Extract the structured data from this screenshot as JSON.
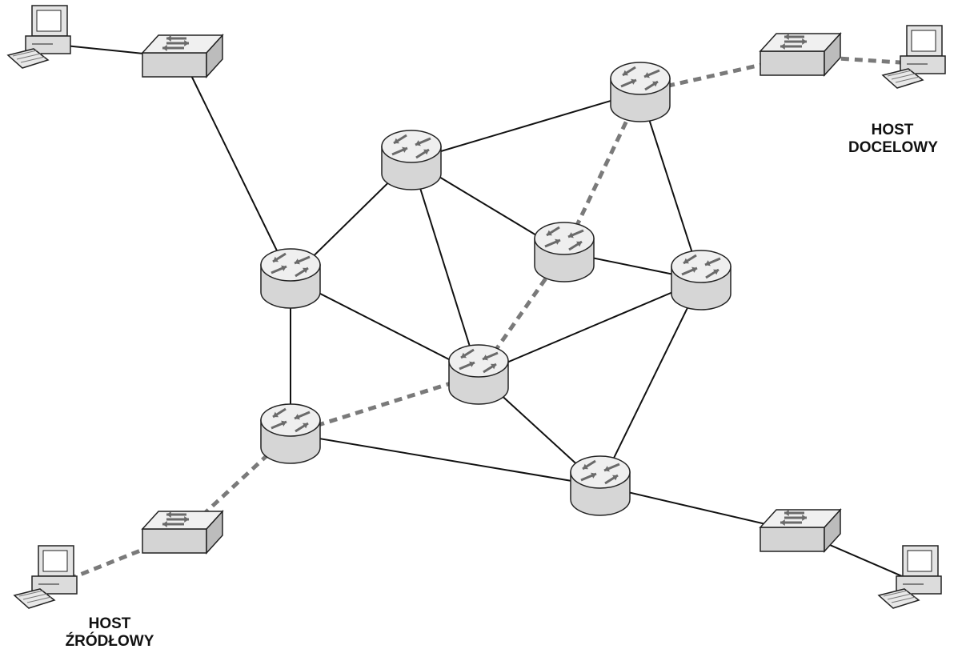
{
  "diagram": {
    "colors": {
      "link": "#111111",
      "path": "#7a7a7a",
      "device_body": "#e0e0e0",
      "device_edge": "#222222",
      "arrow": "#6a6a6a"
    },
    "labels": {
      "destination": [
        "HOST",
        "DOCELOWY"
      ],
      "source": [
        "HOST",
        "ŹRÓDŁOWY"
      ]
    },
    "nodes": [
      {
        "id": "pc-top-left",
        "kind": "computer"
      },
      {
        "id": "switch-top-left",
        "kind": "switch"
      },
      {
        "id": "switch-top-right",
        "kind": "switch"
      },
      {
        "id": "pc-top-right",
        "kind": "computer"
      },
      {
        "id": "router-top-right",
        "kind": "router"
      },
      {
        "id": "router-top-center",
        "kind": "router"
      },
      {
        "id": "router-center-right",
        "kind": "router"
      },
      {
        "id": "router-right",
        "kind": "router"
      },
      {
        "id": "router-left",
        "kind": "router"
      },
      {
        "id": "router-center",
        "kind": "router"
      },
      {
        "id": "router-bottom-left",
        "kind": "router"
      },
      {
        "id": "router-bottom-center",
        "kind": "router"
      },
      {
        "id": "switch-bottom-left",
        "kind": "switch"
      },
      {
        "id": "pc-bottom-left",
        "kind": "computer"
      },
      {
        "id": "switch-bottom-right",
        "kind": "switch"
      },
      {
        "id": "pc-bottom-right",
        "kind": "computer"
      }
    ],
    "links": [
      {
        "from": "pc-top-left",
        "to": "switch-top-left",
        "style": "solid"
      },
      {
        "from": "switch-top-left",
        "to": "router-left",
        "style": "solid"
      },
      {
        "from": "router-left",
        "to": "router-top-center",
        "style": "solid"
      },
      {
        "from": "router-left",
        "to": "router-center",
        "style": "solid"
      },
      {
        "from": "router-left",
        "to": "router-bottom-left",
        "style": "solid"
      },
      {
        "from": "router-top-center",
        "to": "router-top-right",
        "style": "solid"
      },
      {
        "from": "router-top-center",
        "to": "router-center-right",
        "style": "solid"
      },
      {
        "from": "router-top-center",
        "to": "router-center",
        "style": "solid"
      },
      {
        "from": "router-top-right",
        "to": "router-right",
        "style": "solid"
      },
      {
        "from": "router-center-right",
        "to": "router-right",
        "style": "solid"
      },
      {
        "from": "router-right",
        "to": "router-center",
        "style": "solid"
      },
      {
        "from": "router-right",
        "to": "router-bottom-center",
        "style": "solid"
      },
      {
        "from": "router-center",
        "to": "router-bottom-center",
        "style": "solid"
      },
      {
        "from": "router-bottom-left",
        "to": "router-bottom-center",
        "style": "solid"
      },
      {
        "from": "router-bottom-center",
        "to": "switch-bottom-right",
        "style": "solid"
      },
      {
        "from": "switch-bottom-right",
        "to": "pc-bottom-right",
        "style": "solid"
      },
      {
        "from": "pc-bottom-left",
        "to": "switch-bottom-left",
        "style": "dashed"
      },
      {
        "from": "switch-bottom-left",
        "to": "router-bottom-left",
        "style": "dashed"
      },
      {
        "from": "router-bottom-left",
        "to": "router-center",
        "style": "dashed"
      },
      {
        "from": "router-center",
        "to": "router-center-right",
        "style": "dashed"
      },
      {
        "from": "router-center-right",
        "to": "router-top-right",
        "style": "dashed"
      },
      {
        "from": "router-top-right",
        "to": "switch-top-right",
        "style": "dashed"
      },
      {
        "from": "switch-top-right",
        "to": "pc-top-right",
        "style": "dashed"
      }
    ]
  }
}
